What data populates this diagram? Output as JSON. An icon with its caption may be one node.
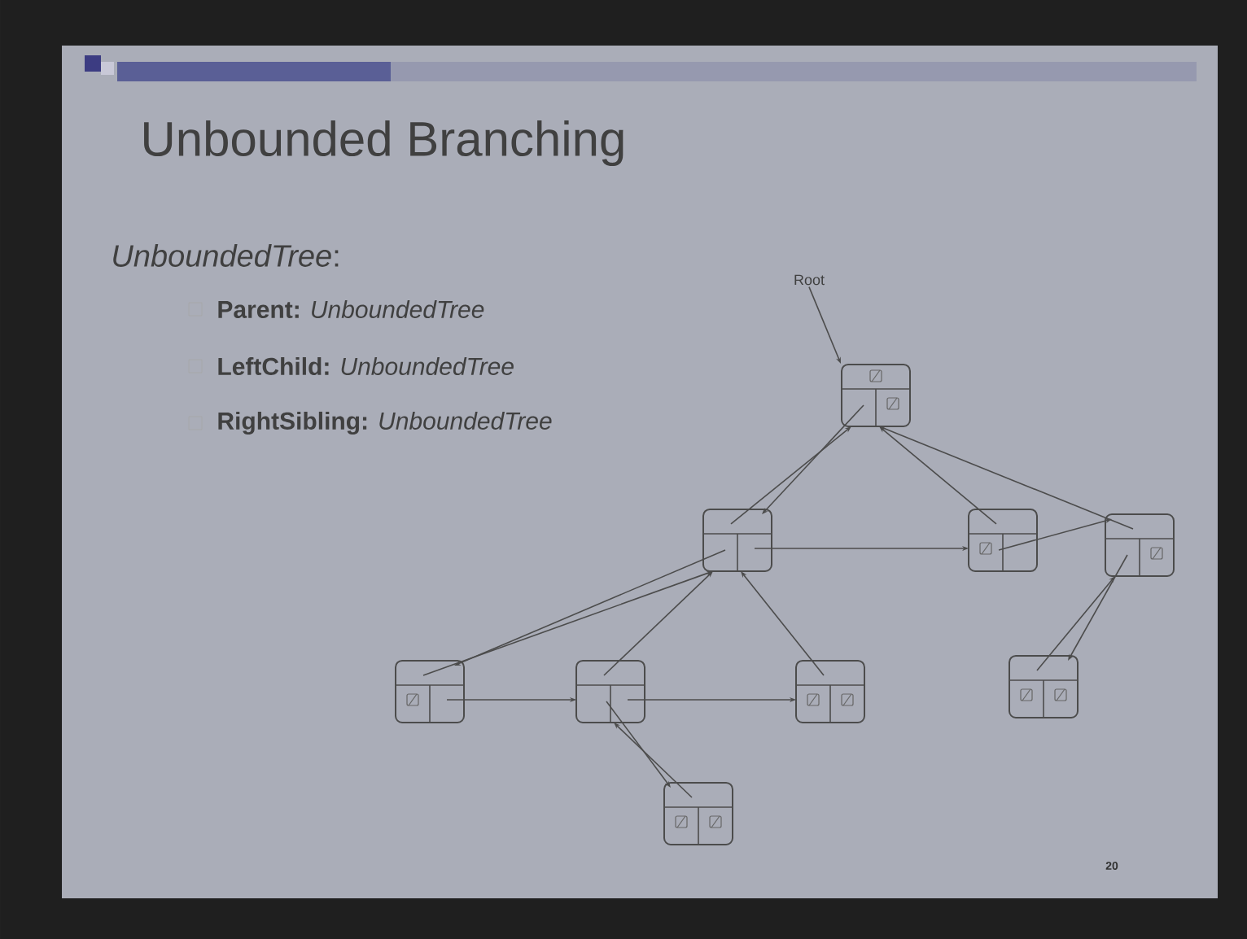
{
  "diagram": {
    "title": "Unbounded Branching",
    "nodes": [
      {
        "text": [
          "Root"
        ]
      },
      {
        "text": [],
        "shape": "box"
      },
      {
        "text": [],
        "shape": "box"
      },
      {
        "text": [],
        "shape": "box"
      },
      {
        "text": [],
        "shape": "box"
      },
      {
        "text": [],
        "shape": "box"
      },
      {
        "text": [],
        "shape": "box"
      },
      {
        "text": [],
        "shape": "box"
      },
      {
        "text": [],
        "shape": "box"
      },
      {
        "text": [],
        "shape": "box"
      }
    ],
    "edges": [
      {
        "from": 0,
        "to": 1,
        "arrow": "to"
      },
      {
        "from": 1,
        "to": 2,
        "arrow": "to"
      },
      {
        "from": 2,
        "to": 1,
        "arrow": "to"
      },
      {
        "from": 3,
        "to": 1,
        "arrow": "to"
      },
      {
        "from": 4,
        "to": 1,
        "arrow": "to"
      },
      {
        "from": 2,
        "to": 3,
        "arrow": "to"
      },
      {
        "from": 3,
        "to": 4,
        "arrow": "to"
      },
      {
        "from": 2,
        "to": 5,
        "arrow": "to"
      },
      {
        "from": 5,
        "to": 2,
        "arrow": "to"
      },
      {
        "from": 6,
        "to": 2,
        "arrow": "to"
      },
      {
        "from": 7,
        "to": 2,
        "arrow": "to"
      },
      {
        "from": 4,
        "to": 9,
        "arrow": "to"
      },
      {
        "from": 9,
        "to": 4,
        "arrow": "to"
      },
      {
        "from": 5,
        "to": 6,
        "arrow": "to"
      },
      {
        "from": 6,
        "to": 7,
        "arrow": "to"
      },
      {
        "from": 6,
        "to": 8,
        "arrow": "to"
      },
      {
        "from": 8,
        "to": 6,
        "arrow": "to"
      }
    ],
    "labels": [
      "*UnboundedTree*:",
      "**Parent:** *UnboundedTree*",
      "**LeftChild:** *UnboundedTree*",
      "**RightSibling:** *UnboundedTree*",
      "20"
    ]
  }
}
